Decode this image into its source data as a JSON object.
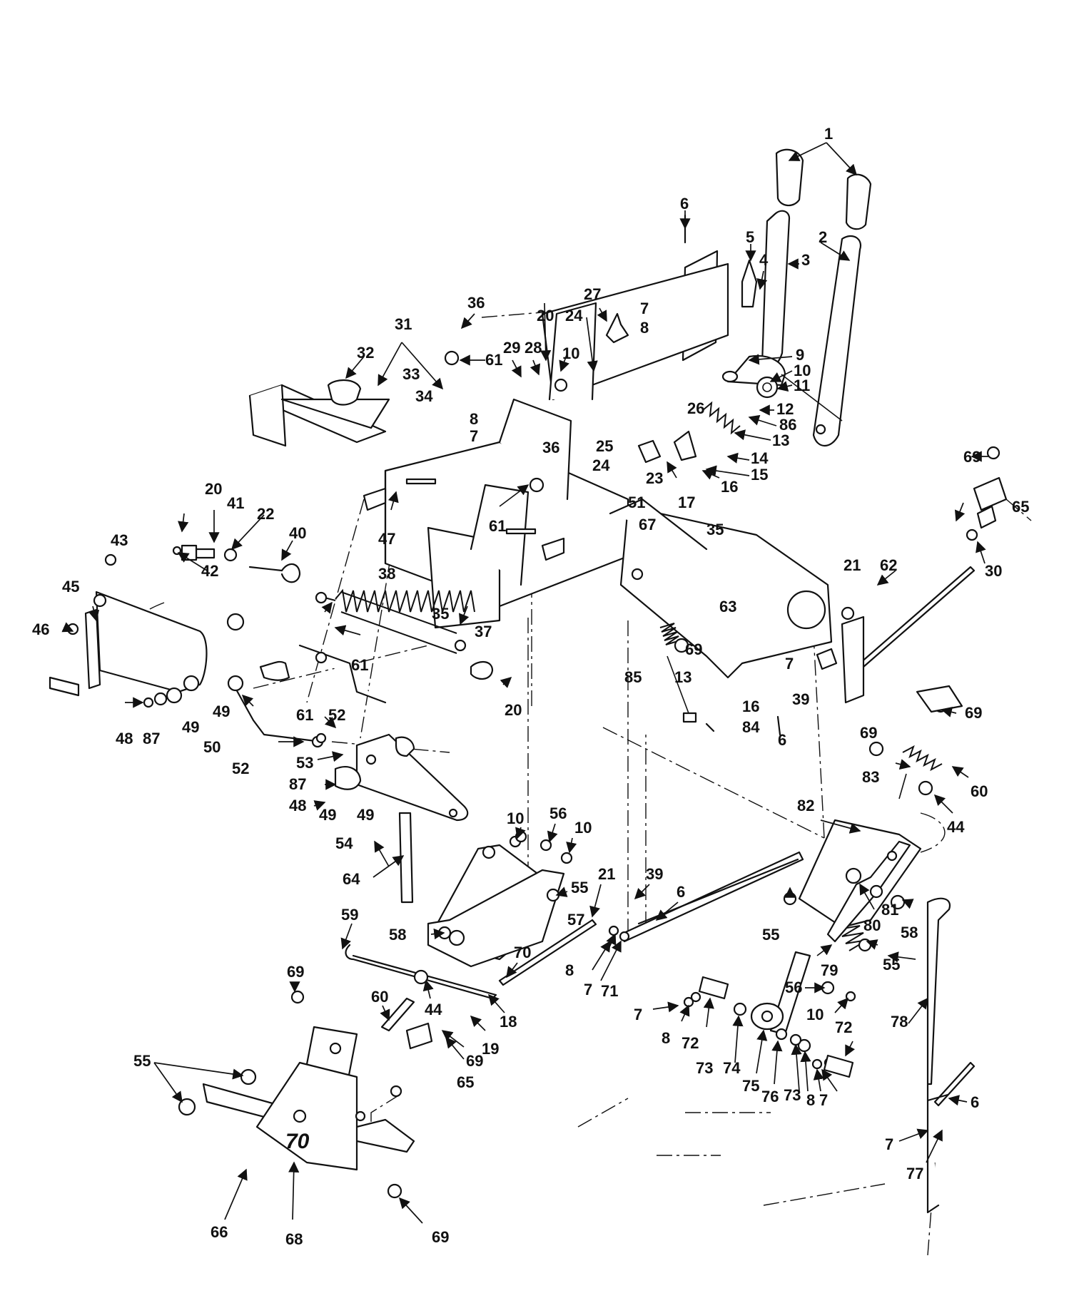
{
  "callouts": [
    {
      "id": "c1",
      "text": "1"
    },
    {
      "id": "c2",
      "text": "2"
    },
    {
      "id": "c3",
      "text": "3"
    },
    {
      "id": "c4",
      "text": "4"
    },
    {
      "id": "c5",
      "text": "5"
    },
    {
      "id": "c6a",
      "text": "6"
    },
    {
      "id": "c7a",
      "text": "7"
    },
    {
      "id": "c8a",
      "text": "8"
    },
    {
      "id": "c9",
      "text": "9"
    },
    {
      "id": "c10a",
      "text": "10"
    },
    {
      "id": "c11",
      "text": "11"
    },
    {
      "id": "c12",
      "text": "12"
    },
    {
      "id": "c86a",
      "text": "86"
    },
    {
      "id": "c13a",
      "text": "13"
    },
    {
      "id": "c14",
      "text": "14"
    },
    {
      "id": "c15",
      "text": "15"
    },
    {
      "id": "c16a",
      "text": "16"
    },
    {
      "id": "c17",
      "text": "17"
    },
    {
      "id": "c23",
      "text": "23"
    },
    {
      "id": "c24a",
      "text": "24"
    },
    {
      "id": "c25",
      "text": "25"
    },
    {
      "id": "c26",
      "text": "26"
    },
    {
      "id": "c27",
      "text": "27"
    },
    {
      "id": "c24b",
      "text": "24"
    },
    {
      "id": "c20a",
      "text": "20"
    },
    {
      "id": "c10b",
      "text": "10"
    },
    {
      "id": "c28",
      "text": "28"
    },
    {
      "id": "c29",
      "text": "29"
    },
    {
      "id": "c36a",
      "text": "36"
    },
    {
      "id": "c61a",
      "text": "61"
    },
    {
      "id": "c31",
      "text": "31"
    },
    {
      "id": "c32",
      "text": "32"
    },
    {
      "id": "c33",
      "text": "33"
    },
    {
      "id": "c34",
      "text": "34"
    },
    {
      "id": "c8b",
      "text": "8"
    },
    {
      "id": "c7b",
      "text": "7"
    },
    {
      "id": "c36b",
      "text": "36"
    },
    {
      "id": "c61b",
      "text": "61"
    },
    {
      "id": "c51",
      "text": "51"
    },
    {
      "id": "c47",
      "text": "47"
    },
    {
      "id": "c67",
      "text": "67"
    },
    {
      "id": "c35a",
      "text": "35"
    },
    {
      "id": "c63",
      "text": "63"
    },
    {
      "id": "c69a",
      "text": "69"
    },
    {
      "id": "c35b",
      "text": "35"
    },
    {
      "id": "c85",
      "text": "85"
    },
    {
      "id": "c13b",
      "text": "13"
    },
    {
      "id": "c16b",
      "text": "16"
    },
    {
      "id": "c84",
      "text": "84"
    },
    {
      "id": "c7c",
      "text": "7"
    },
    {
      "id": "c6b",
      "text": "6"
    },
    {
      "id": "c39a",
      "text": "39"
    },
    {
      "id": "c21a",
      "text": "21"
    },
    {
      "id": "c62",
      "text": "62"
    },
    {
      "id": "c69b",
      "text": "69"
    },
    {
      "id": "c69c",
      "text": "69"
    },
    {
      "id": "c65a",
      "text": "65"
    },
    {
      "id": "c30",
      "text": "30"
    },
    {
      "id": "c69d",
      "text": "69"
    },
    {
      "id": "c20b",
      "text": "20"
    },
    {
      "id": "c41",
      "text": "41"
    },
    {
      "id": "c22",
      "text": "22"
    },
    {
      "id": "c40",
      "text": "40"
    },
    {
      "id": "c42",
      "text": "42"
    },
    {
      "id": "c43",
      "text": "43"
    },
    {
      "id": "c45",
      "text": "45"
    },
    {
      "id": "c46",
      "text": "46"
    },
    {
      "id": "c38",
      "text": "38"
    },
    {
      "id": "c37",
      "text": "37"
    },
    {
      "id": "c20c",
      "text": "20"
    },
    {
      "id": "c61c",
      "text": "61"
    },
    {
      "id": "c49a",
      "text": "49"
    },
    {
      "id": "c48a",
      "text": "48"
    },
    {
      "id": "c87a",
      "text": "87"
    },
    {
      "id": "c49b",
      "text": "49"
    },
    {
      "id": "c50",
      "text": "50"
    },
    {
      "id": "c52a",
      "text": "52"
    },
    {
      "id": "c61d",
      "text": "61"
    },
    {
      "id": "c52b",
      "text": "52"
    },
    {
      "id": "c53",
      "text": "53"
    },
    {
      "id": "c87b",
      "text": "87"
    },
    {
      "id": "c48b",
      "text": "48"
    },
    {
      "id": "c49c",
      "text": "49"
    },
    {
      "id": "c49d",
      "text": "49"
    },
    {
      "id": "c54",
      "text": "54"
    },
    {
      "id": "c64",
      "text": "64"
    },
    {
      "id": "c10c",
      "text": "10"
    },
    {
      "id": "c56a",
      "text": "56"
    },
    {
      "id": "c10d",
      "text": "10"
    },
    {
      "id": "c55a",
      "text": "55"
    },
    {
      "id": "c57",
      "text": "57"
    },
    {
      "id": "c21b",
      "text": "21"
    },
    {
      "id": "c39b",
      "text": "39"
    },
    {
      "id": "c6c",
      "text": "6"
    },
    {
      "id": "c58a",
      "text": "58"
    },
    {
      "id": "c59",
      "text": "59"
    },
    {
      "id": "c70",
      "text": "70"
    },
    {
      "id": "c8c",
      "text": "8"
    },
    {
      "id": "c7d",
      "text": "7"
    },
    {
      "id": "c71",
      "text": "71"
    },
    {
      "id": "c18",
      "text": "18"
    },
    {
      "id": "c19",
      "text": "19"
    },
    {
      "id": "c60a",
      "text": "60"
    },
    {
      "id": "c44a",
      "text": "44"
    },
    {
      "id": "c69e",
      "text": "69"
    },
    {
      "id": "c65b",
      "text": "65"
    },
    {
      "id": "c69f",
      "text": "69"
    },
    {
      "id": "c55b",
      "text": "55"
    },
    {
      "id": "c66",
      "text": "66"
    },
    {
      "id": "c68",
      "text": "68"
    },
    {
      "id": "c69g",
      "text": "69"
    },
    {
      "id": "c83",
      "text": "83"
    },
    {
      "id": "c60b",
      "text": "60"
    },
    {
      "id": "c44b",
      "text": "44"
    },
    {
      "id": "c82",
      "text": "82"
    },
    {
      "id": "c55c",
      "text": "55"
    },
    {
      "id": "c81",
      "text": "81"
    },
    {
      "id": "c80",
      "text": "80"
    },
    {
      "id": "c58b",
      "text": "58"
    },
    {
      "id": "c79",
      "text": "79"
    },
    {
      "id": "c55d",
      "text": "55"
    },
    {
      "id": "c56b",
      "text": "56"
    },
    {
      "id": "c10e",
      "text": "10"
    },
    {
      "id": "c7e",
      "text": "7"
    },
    {
      "id": "c8d",
      "text": "8"
    },
    {
      "id": "c72a",
      "text": "72"
    },
    {
      "id": "c73a",
      "text": "73"
    },
    {
      "id": "c74",
      "text": "74"
    },
    {
      "id": "c75",
      "text": "75"
    },
    {
      "id": "c76",
      "text": "76"
    },
    {
      "id": "c73b",
      "text": "73"
    },
    {
      "id": "c8e",
      "text": "8"
    },
    {
      "id": "c7f",
      "text": "7"
    },
    {
      "id": "c72b",
      "text": "72"
    },
    {
      "id": "c78",
      "text": "78"
    },
    {
      "id": "c6d",
      "text": "6"
    },
    {
      "id": "c7g",
      "text": "7"
    },
    {
      "id": "c77",
      "text": "77"
    }
  ],
  "hitch_stamp": "70"
}
